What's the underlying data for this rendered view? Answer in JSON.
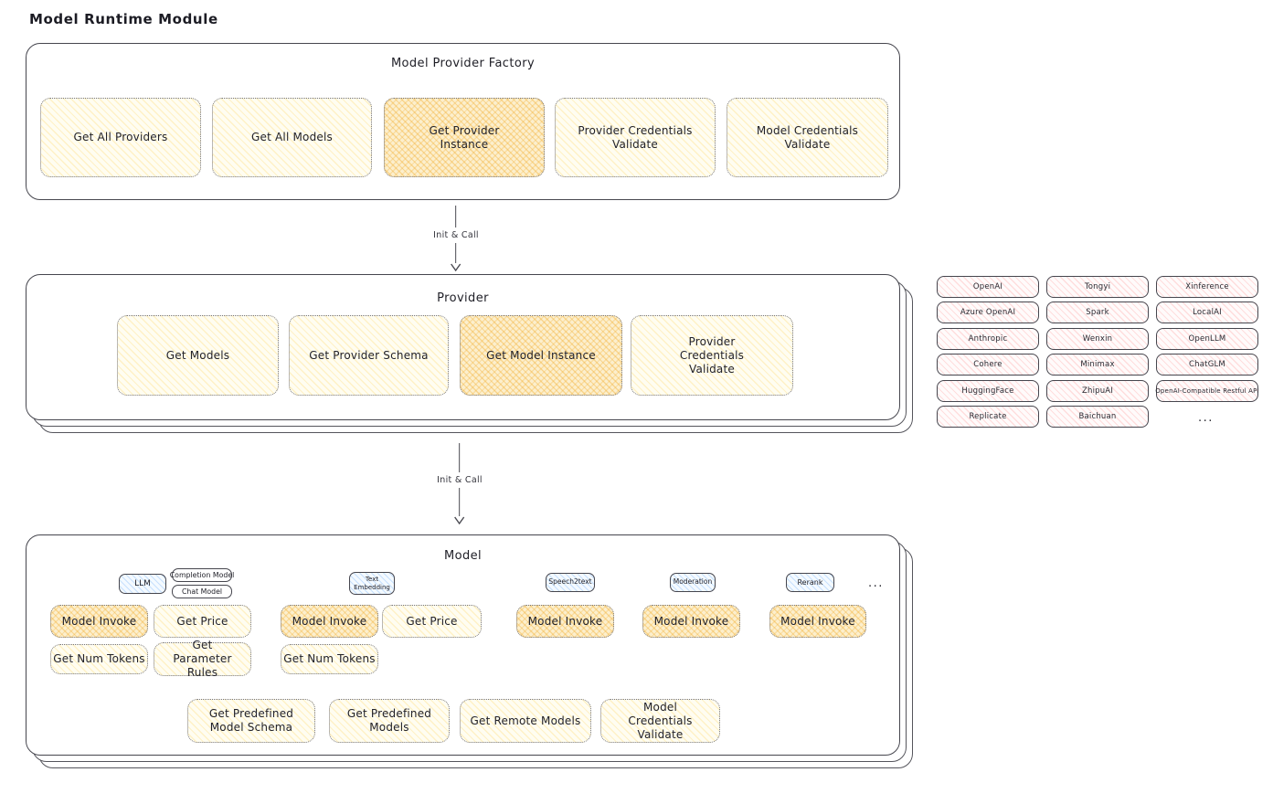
{
  "page_title": "Model Runtime Module",
  "arrows": {
    "first": "Init & Call",
    "second": "Init & Call"
  },
  "factory": {
    "title": "Model Provider Factory",
    "items": [
      {
        "label": "Get All Providers",
        "variant": "yellow"
      },
      {
        "label": "Get All Models",
        "variant": "yellow"
      },
      {
        "label": "Get Provider Instance",
        "variant": "orange"
      },
      {
        "label": "Provider Credentials Validate",
        "variant": "yellow"
      },
      {
        "label": "Model Credentials Validate",
        "variant": "yellow"
      }
    ]
  },
  "provider": {
    "title": "Provider",
    "items": [
      {
        "label": "Get Models",
        "variant": "yellow"
      },
      {
        "label": "Get Provider Schema",
        "variant": "yellow"
      },
      {
        "label": "Get Model Instance",
        "variant": "orange"
      },
      {
        "label": "Provider Credentials Validate",
        "variant": "yellow"
      }
    ]
  },
  "vendors": {
    "rows": [
      [
        "OpenAI",
        "Tongyi",
        "Xinference"
      ],
      [
        "Azure OpenAI",
        "Spark",
        "LocalAI"
      ],
      [
        "Anthropic",
        "Wenxin",
        "OpenLLM"
      ],
      [
        "Cohere",
        "Minimax",
        "ChatGLM"
      ],
      [
        "HuggingFace",
        "ZhipuAI",
        "OpenAI-Compatible Restful API"
      ],
      [
        "Replicate",
        "Baichuan"
      ]
    ],
    "ellipsis": "..."
  },
  "model": {
    "title": "Model",
    "tags": [
      {
        "label": "LLM"
      },
      {
        "label": "Completion Model"
      },
      {
        "label": "Chat Model"
      },
      {
        "label": "Text Embedding"
      },
      {
        "label": "Speech2text"
      },
      {
        "label": "Moderation"
      },
      {
        "label": "Rerank"
      },
      {
        "label": "..."
      }
    ],
    "ops_row1": [
      {
        "label": "Model Invoke",
        "variant": "orange"
      },
      {
        "label": "Get Price",
        "variant": "yellow"
      },
      {
        "label": "Model Invoke",
        "variant": "orange"
      },
      {
        "label": "Get Price",
        "variant": "yellow"
      },
      {
        "label": "Model Invoke",
        "variant": "orange"
      },
      {
        "label": "Model Invoke",
        "variant": "orange"
      },
      {
        "label": "Model Invoke",
        "variant": "orange"
      }
    ],
    "ops_row2": [
      {
        "label": "Get Num Tokens"
      },
      {
        "label": "Get Parameter Rules"
      },
      {
        "label": "Get Num Tokens"
      }
    ],
    "ops_row3": [
      {
        "label": "Get Predefined Model Schema"
      },
      {
        "label": "Get Predefined Models"
      },
      {
        "label": "Get Remote Models"
      },
      {
        "label": "Model Credentials Validate"
      }
    ]
  },
  "colors": {
    "stroke": "#46464e",
    "yellow_hatch": "#ffd564",
    "orange_hatch": "#f3b036",
    "pink_hatch": "#ff8787",
    "blue_hatch": "#60a5fa"
  }
}
